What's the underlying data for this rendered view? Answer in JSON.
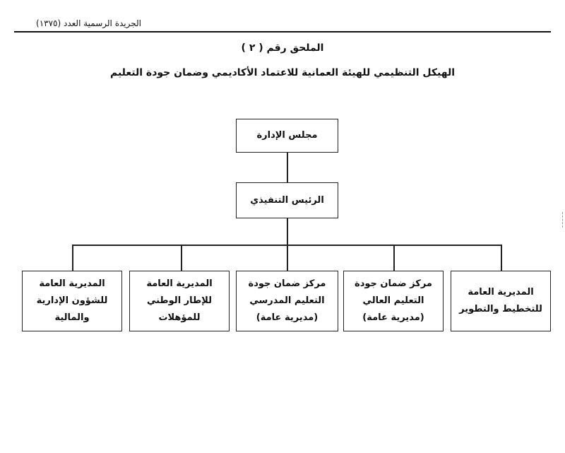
{
  "header": {
    "publication": "الجريدة الرسمية العدد (١٣٧٥)"
  },
  "annex": "الملحق رقم ( ٢ )",
  "title": "الهيكل التنظيمي للهيئة العمانية للاعتماد الأكاديمي وضمان جودة التعليم",
  "org": {
    "board": "مجلس الإدارة",
    "ceo": "الرئيس التنفيذي",
    "units": [
      {
        "line1": "المديرية العامة",
        "line2": "للتخطيط والتطوير",
        "line3": ""
      },
      {
        "line1": "مركز ضمان جودة",
        "line2": "التعليم العالي",
        "line3": "(مديرية عامة)"
      },
      {
        "line1": "مركز ضمان جودة",
        "line2": "التعليم المدرسي",
        "line3": "(مديرية عامة)"
      },
      {
        "line1": "المديرية العامة",
        "line2": "للإطار الوطني للمؤهلات",
        "line3": ""
      },
      {
        "line1": "المديرية العامة",
        "line2": "للشؤون الإدارية والمالية",
        "line3": ""
      }
    ]
  }
}
